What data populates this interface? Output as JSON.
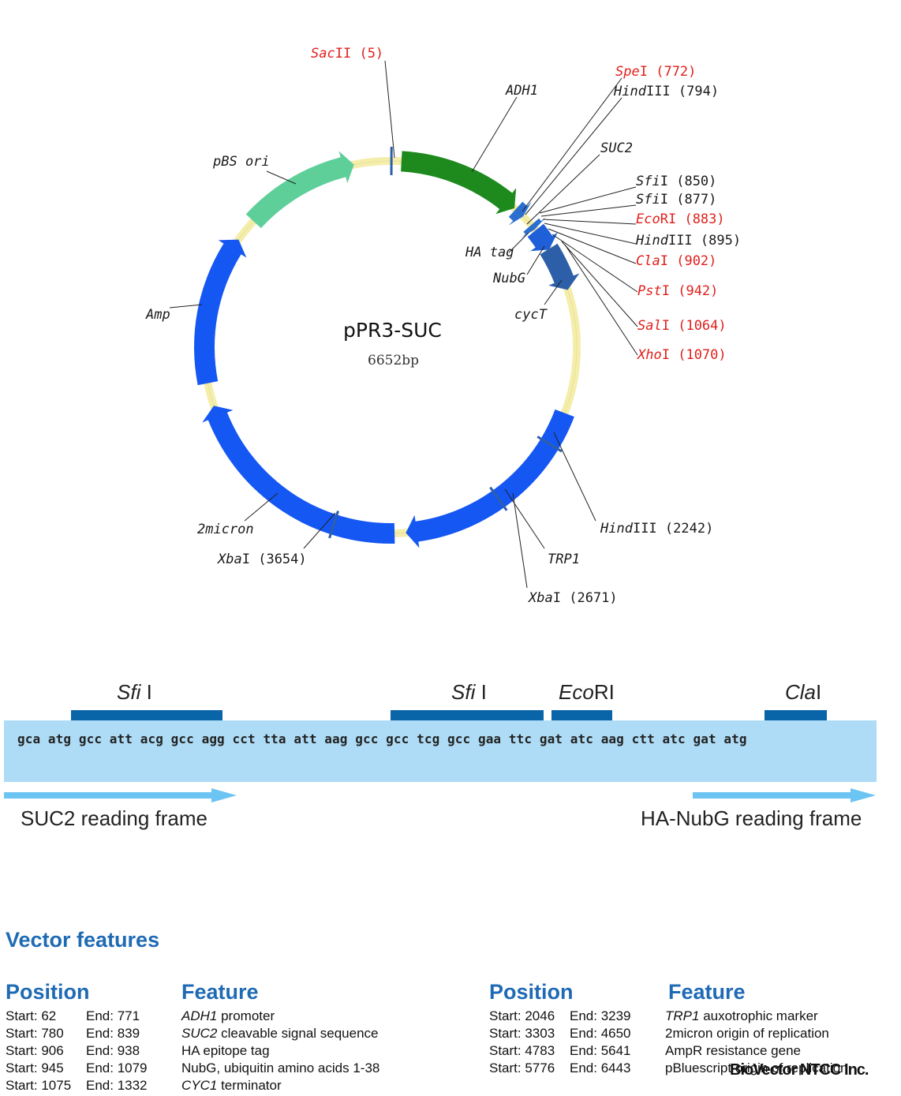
{
  "plasmid": {
    "name": "pPR3-SUC",
    "size": "6652bp",
    "features": [
      {
        "name": "ADH1",
        "color": "#1e8a1e",
        "start": 62,
        "end": 771
      },
      {
        "name": "SUC2",
        "color": "#2a6fd0",
        "start": 780,
        "end": 839
      },
      {
        "name": "HA tag",
        "color": "#2a6fd0",
        "start": 906,
        "end": 938
      },
      {
        "name": "NubG",
        "color": "#1f5fd8",
        "start": 945,
        "end": 1079
      },
      {
        "name": "cycT",
        "color": "#2d5fa8",
        "start": 1075,
        "end": 1332
      },
      {
        "name": "TRP1",
        "color": "#1557f2",
        "start": 2046,
        "end": 3239
      },
      {
        "name": "2micron",
        "color": "#1557f2",
        "start": 3303,
        "end": 4650
      },
      {
        "name": "Amp",
        "color": "#1557f2",
        "start": 4783,
        "end": 5641
      },
      {
        "name": "pBS ori",
        "color": "#5fcf9a",
        "start": 5776,
        "end": 6443
      }
    ],
    "sites": [
      {
        "enzyme": "SacII",
        "italic": "Sac",
        "plain": "II",
        "pos": "(5)",
        "color": "red"
      },
      {
        "enzyme": "SpeI",
        "italic": "Spe",
        "plain": "I",
        "pos": "(772)",
        "color": "red"
      },
      {
        "enzyme": "HindIII",
        "italic": "Hind",
        "plain": "III",
        "pos": "(794)",
        "color": "black"
      },
      {
        "enzyme": "SfiI",
        "italic": "Sfi",
        "plain": "I",
        "pos": "(850)",
        "color": "black"
      },
      {
        "enzyme": "SfiI",
        "italic": "Sfi",
        "plain": "I",
        "pos": "(877)",
        "color": "black"
      },
      {
        "enzyme": "EcoRI",
        "italic": "Eco",
        "plain": "RI",
        "pos": "(883)",
        "color": "red"
      },
      {
        "enzyme": "HindIII",
        "italic": "Hind",
        "plain": "III",
        "pos": "(895)",
        "color": "black"
      },
      {
        "enzyme": "ClaI",
        "italic": "Cla",
        "plain": "I",
        "pos": "(902)",
        "color": "red"
      },
      {
        "enzyme": "PstI",
        "italic": "Pst",
        "plain": "I",
        "pos": "(942)",
        "color": "red"
      },
      {
        "enzyme": "SalI",
        "italic": "Sal",
        "plain": "I",
        "pos": "(1064)",
        "color": "red"
      },
      {
        "enzyme": "XhoI",
        "italic": "Xho",
        "plain": "I",
        "pos": "(1070)",
        "color": "red"
      },
      {
        "enzyme": "HindIII",
        "italic": "Hind",
        "plain": "III",
        "pos": "(2242)",
        "color": "black"
      },
      {
        "enzyme": "XbaI",
        "italic": "Xba",
        "plain": "I",
        "pos": "(2671)",
        "color": "black"
      },
      {
        "enzyme": "XbaI",
        "italic": "Xba",
        "plain": "I",
        "pos": "(3654)",
        "color": "black"
      }
    ]
  },
  "mcs": {
    "sequence": "gca atg gcc att acg gcc agg cct tta att aag gcc gcc tcg gcc gaa ttc gat atc aag ctt atc gat atg",
    "sites": [
      {
        "italic": "Sfi",
        "plain": " I"
      },
      {
        "italic": "Sfi",
        "plain": " I"
      },
      {
        "italic": "Eco",
        "plain": "RI"
      },
      {
        "italic": "Cla",
        "plain": "I"
      }
    ],
    "frames": {
      "left": "SUC2 reading frame",
      "right": "HA-NubG reading frame"
    }
  },
  "vector_features": {
    "title": "Vector features",
    "col_position": "Position",
    "col_feature": "Feature",
    "left_rows": [
      {
        "start": "Start: 62",
        "end": "End: 771",
        "feat_italic": "ADH1",
        "feat_rest": " promoter"
      },
      {
        "start": "Start: 780",
        "end": "End: 839",
        "feat_italic": "SUC2",
        "feat_rest": " cleavable signal sequence"
      },
      {
        "start": "Start: 906",
        "end": "End: 938",
        "feat_italic": "",
        "feat_rest": "HA epitope tag"
      },
      {
        "start": "Start: 945",
        "end": "End: 1079",
        "feat_italic": "",
        "feat_rest": "NubG, ubiquitin amino acids 1-38"
      },
      {
        "start": "Start: 1075",
        "end": "End: 1332",
        "feat_italic": "CYC1",
        "feat_rest": " terminator"
      }
    ],
    "right_rows": [
      {
        "start": "Start: 2046",
        "end": "End: 3239",
        "feat_italic": "TRP1",
        "feat_rest": " auxotrophic marker"
      },
      {
        "start": "Start: 3303",
        "end": "End: 4650",
        "feat_italic": "",
        "feat_rest": "2micron origin of replication"
      },
      {
        "start": "Start: 4783",
        "end": "End: 5641",
        "feat_italic": "",
        "feat_rest": "AmpR resistance gene"
      },
      {
        "start": "Start: 5776",
        "end": "End: 6443",
        "feat_italic": "",
        "feat_rest": "pBluescript origin of replication"
      }
    ],
    "credit": "BioVector NTCC Inc."
  }
}
